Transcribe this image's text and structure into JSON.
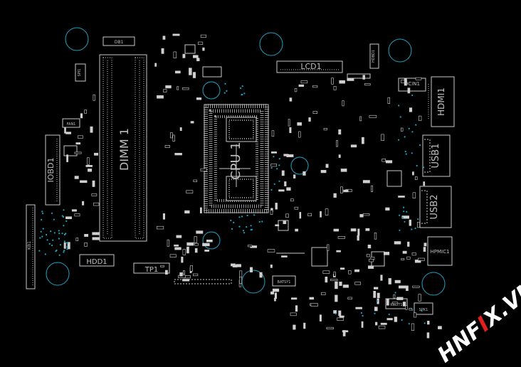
{
  "board": {
    "labels": {
      "dimm": "DIMM 1",
      "cpu": "CPU 1",
      "lcd": "LCD1",
      "hdmi": "HDMI1",
      "usb1": "USB1",
      "usb2": "USB2",
      "hdd": "HDD1",
      "tp": "TP1",
      "iobd": "IOBD1",
      "dcin": "DCIN1",
      "hpmic": "HPMIC1",
      "fan": "FAN1",
      "kb": "KB1",
      "spk": "SPK1",
      "batsy": "BATSY1",
      "kblit": "KBLIT1",
      "db": "DB1",
      "spi": "SPI1",
      "hdbd": "HDBD1"
    },
    "watermark": {
      "left": "HNF",
      "mid": "I",
      "right": "X.VN"
    },
    "colors": {
      "background": "#000000",
      "outline": "#c8c8c8",
      "holes": "#1fa3c4",
      "vias": "#1fa3c4",
      "cpu_pad": "#b0b0b0",
      "watermark_white": "#ffffff",
      "watermark_red": "#e02020"
    }
  }
}
